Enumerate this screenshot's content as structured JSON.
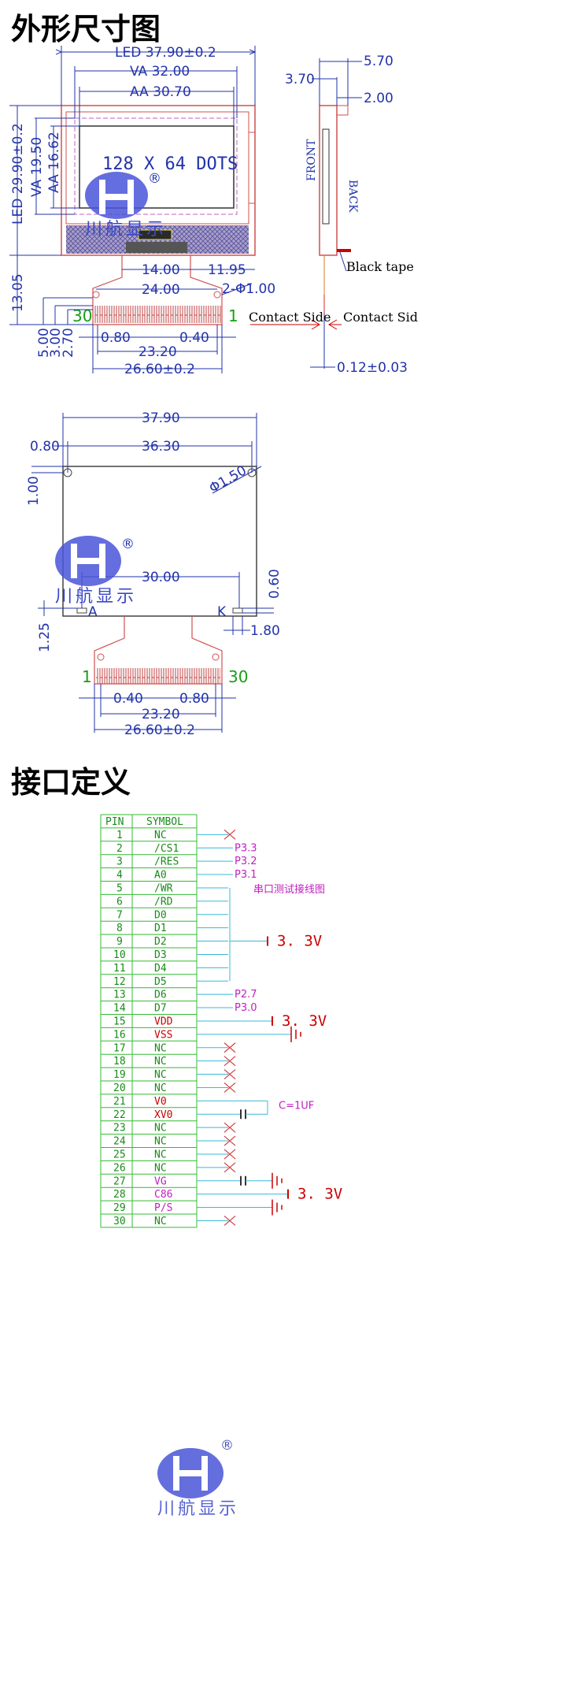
{
  "section1_title": "外形尺寸图",
  "section2_title": "接口定义",
  "front_view": {
    "led_width": "LED 37.90±0.2",
    "va_width": "VA 32.00",
    "aa_width": "AA 30.70",
    "led_height": "LED 29.90±0.2",
    "va_height": "VA 19.50",
    "aa_height": "AA 16.62",
    "overall_height": "13.05",
    "display_text": "128 X 64 DOTS",
    "fpc_left": "14.00",
    "fpc_right": "11.95",
    "fpc_inner": "24.00",
    "holes": "2-Φ1.00",
    "pin_right": "1",
    "pin_left": "30",
    "dim_500": "5.00",
    "dim_300": "3.00",
    "dim_270": "2.70",
    "pitch_left": "0.80",
    "pitch_right": "0.40",
    "pin_span": "23.20",
    "fpc_width": "26.60±0.2"
  },
  "side_view": {
    "dim_570": "5.70",
    "dim_370": "3.70",
    "dim_200": "2.00",
    "front_label": "FRONT",
    "back_label": "BACK",
    "black_tape": "Black tape",
    "contact_left": "Contact Side",
    "contact_right": "Contact Sid",
    "thickness": "0.12±0.03"
  },
  "back_view": {
    "width": "37.90",
    "hole_span": "36.30",
    "hole_offset": "0.80",
    "hole_vertical": "1.00",
    "hole_dia": "Φ1.50",
    "ak_span": "30.00",
    "dim_060": "0.60",
    "dim_125": "1.25",
    "dim_180": "1.80",
    "anode": "A",
    "cathode": "K",
    "pin_left": "1",
    "pin_right": "30",
    "pitch_left": "0.40",
    "pitch_right": "0.80",
    "pin_span": "23.20",
    "fpc_width": "26.60±0.2"
  },
  "logo": {
    "registered": "®",
    "brand_text": "川航显示"
  },
  "pin_table": {
    "headers": [
      "PIN",
      "SYMBOL"
    ],
    "rows": [
      {
        "pin": "1",
        "symbol": "NC"
      },
      {
        "pin": "2",
        "symbol": "/CS1"
      },
      {
        "pin": "3",
        "symbol": "/RES"
      },
      {
        "pin": "4",
        "symbol": "A0"
      },
      {
        "pin": "5",
        "symbol": "/WR"
      },
      {
        "pin": "6",
        "symbol": "/RD"
      },
      {
        "pin": "7",
        "symbol": "D0"
      },
      {
        "pin": "8",
        "symbol": "D1"
      },
      {
        "pin": "9",
        "symbol": "D2"
      },
      {
        "pin": "10",
        "symbol": "D3"
      },
      {
        "pin": "11",
        "symbol": "D4"
      },
      {
        "pin": "12",
        "symbol": "D5"
      },
      {
        "pin": "13",
        "symbol": "D6"
      },
      {
        "pin": "14",
        "symbol": "D7"
      },
      {
        "pin": "15",
        "symbol": "VDD"
      },
      {
        "pin": "16",
        "symbol": "VSS"
      },
      {
        "pin": "17",
        "symbol": "NC"
      },
      {
        "pin": "18",
        "symbol": "NC"
      },
      {
        "pin": "19",
        "symbol": "NC"
      },
      {
        "pin": "20",
        "symbol": "NC"
      },
      {
        "pin": "21",
        "symbol": "V0"
      },
      {
        "pin": "22",
        "symbol": "XV0"
      },
      {
        "pin": "23",
        "symbol": "NC"
      },
      {
        "pin": "24",
        "symbol": "NC"
      },
      {
        "pin": "25",
        "symbol": "NC"
      },
      {
        "pin": "26",
        "symbol": "NC"
      },
      {
        "pin": "27",
        "symbol": "VG"
      },
      {
        "pin": "28",
        "symbol": "C86"
      },
      {
        "pin": "29",
        "symbol": "P/S"
      },
      {
        "pin": "30",
        "symbol": "NC"
      }
    ]
  },
  "wiring": {
    "p33": "P3.3",
    "p32": "P3.2",
    "p31": "P3.1",
    "serial_note": "串口测试接线图",
    "volt_a": "3. 3V",
    "p27": "P2.7",
    "p30": "P3.0",
    "volt_b": "3. 3V",
    "cap": "C=1UF",
    "volt_c": "3. 3V"
  },
  "colors": {
    "dim_blue": "#2233aa",
    "outline_red": "#d05050",
    "pin_green": "#16a016",
    "magenta": "#c020c0",
    "logo_blue": "#4a55d8"
  }
}
